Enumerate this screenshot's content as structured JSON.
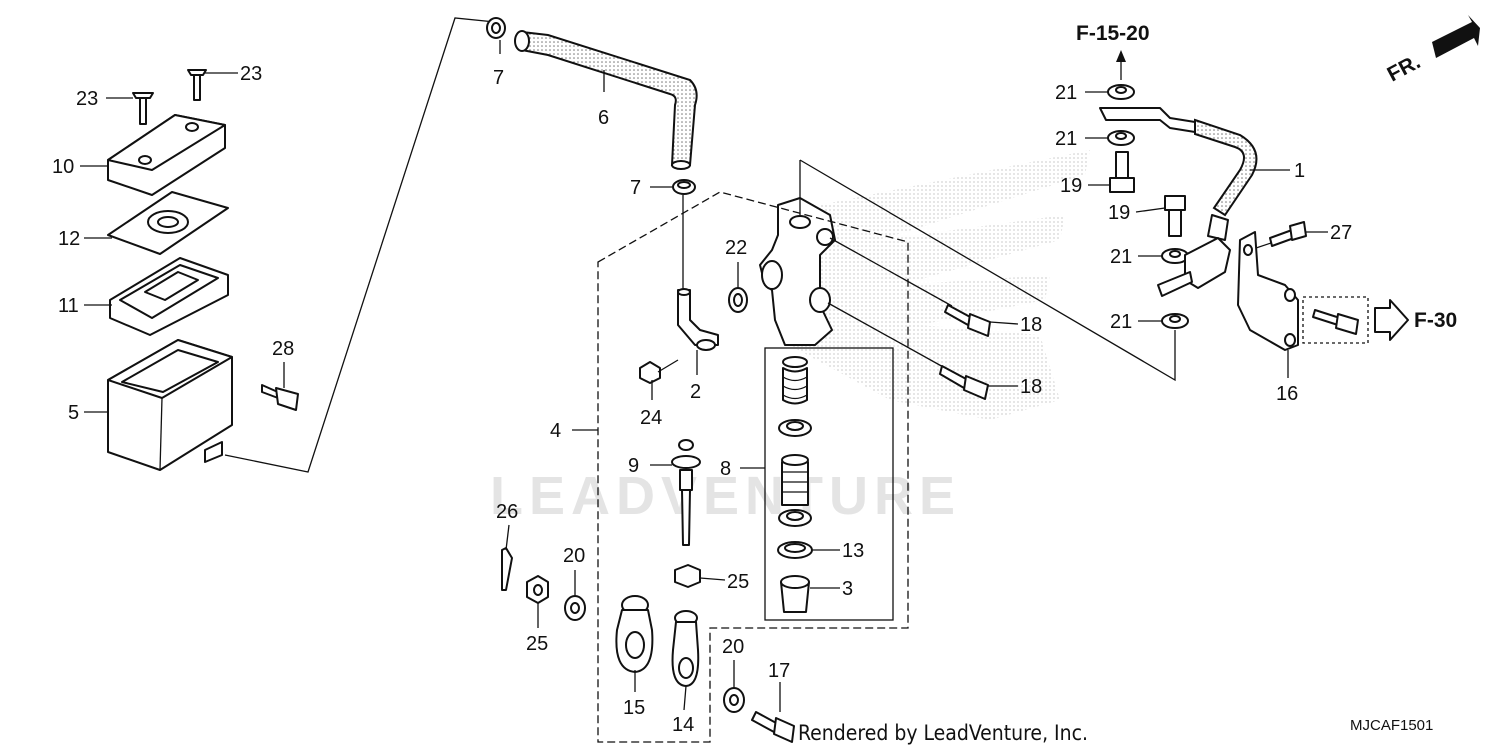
{
  "diagram": {
    "labels": {
      "p1": "1",
      "p2": "2",
      "p3": "3",
      "p4": "4",
      "p5": "5",
      "p6": "6",
      "p7a": "7",
      "p7b": "7",
      "p8": "8",
      "p9": "9",
      "p10": "10",
      "p11": "11",
      "p12": "12",
      "p13": "13",
      "p14": "14",
      "p15": "15",
      "p16": "16",
      "p17": "17",
      "p18a": "18",
      "p18b": "18",
      "p19a": "19",
      "p19b": "19",
      "p20a": "20",
      "p20b": "20",
      "p21a": "21",
      "p21b": "21",
      "p21c": "21",
      "p21d": "21",
      "p22": "22",
      "p23a": "23",
      "p23b": "23",
      "p24": "24",
      "p25a": "25",
      "p25b": "25",
      "p26": "26",
      "p27": "27",
      "p28": "28"
    },
    "refs": {
      "f1520": "F-15-20",
      "f30": "F-30",
      "front": "FR."
    },
    "watermark": "LEADVENTURE",
    "credit": "Rendered by LeadVenture, Inc.",
    "code": "MJCAF1501"
  }
}
